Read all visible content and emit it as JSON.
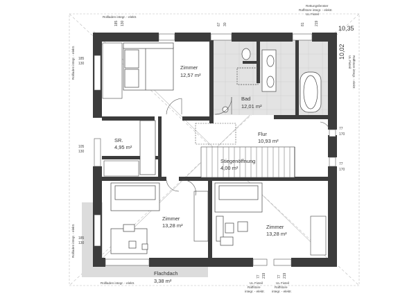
{
  "rooms": {
    "zimmer_top": {
      "name": "Zimmer",
      "area": "12,57 m²"
    },
    "bad": {
      "name": "Bad",
      "area": "12,01 m²"
    },
    "flur": {
      "name": "Flur",
      "area": "10,93 m²"
    },
    "sr": {
      "name": "SR.",
      "area": "4,95 m²"
    },
    "stiege": {
      "name": "Stiegenöffnung",
      "area": "4,00 m²"
    },
    "zimmer_bl": {
      "name": "Zimmer",
      "area": "13,28 m²"
    },
    "zimmer_br": {
      "name": "Zimmer",
      "area": "13,28 m²"
    },
    "flachdach": {
      "name": "Flachdach",
      "area": "3,38 m²"
    }
  },
  "notes": {
    "rollladen_top": "Rollladen integr. - elektr.",
    "rollladen_left_top": "Rollladen integr. - elektr.",
    "rollladen_left_bottom": "Rollladen integr. - elektr.",
    "rollladen_bottom": "Rollladen integr. - elektr.",
    "rettung_1": "Rettungsfenster",
    "rettung_2": "Raffstore integr. - elektr.",
    "rettung_3": "UL Fixteil",
    "right_side_1": "UL Fixteil",
    "right_side_2": "Raffstore integr. - elektr.",
    "bottom_left_1": "UL Fixteil",
    "bottom_left_2": "Raffstore",
    "bottom_left_3": "integr. - elektr.",
    "bottom_right_1": "UL Fixteil",
    "bottom_right_2": "Raffstore",
    "bottom_right_3": "integr. - elektr."
  },
  "dimensions": {
    "top_right_main": "10,35",
    "right_vert": "10,02",
    "d185": "185",
    "d130": "130",
    "d67": "67",
    "d30": "30",
    "d219": "219",
    "d77": "77",
    "d170": "170",
    "d105": "105",
    "d81": "81"
  }
}
